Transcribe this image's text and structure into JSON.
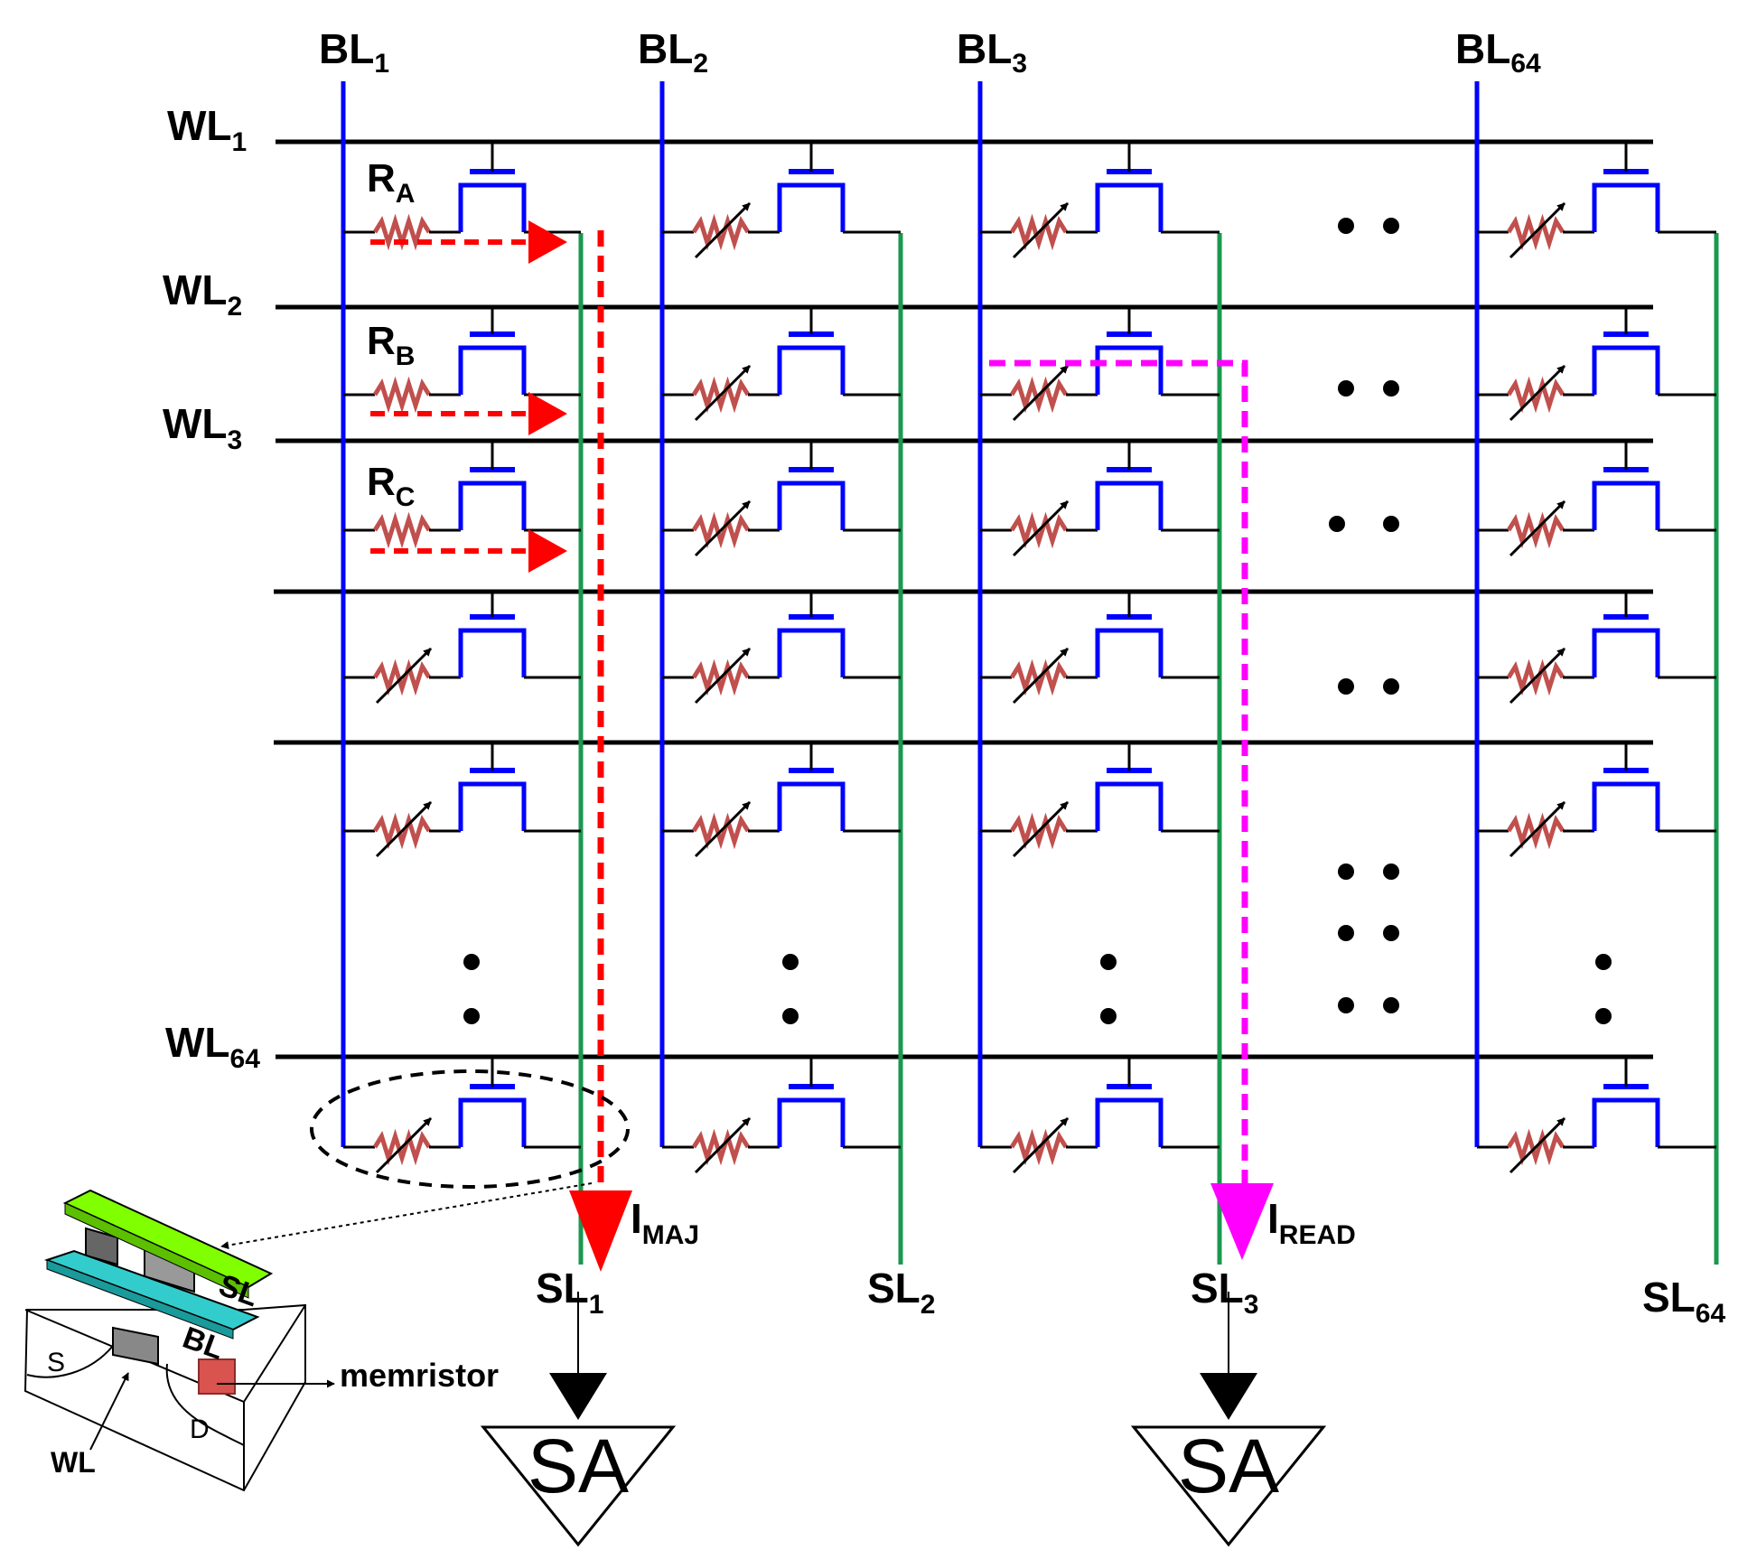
{
  "bitlines": [
    {
      "base": "BL",
      "sub": "1"
    },
    {
      "base": "BL",
      "sub": "2"
    },
    {
      "base": "BL",
      "sub": "3"
    },
    {
      "base": "BL",
      "sub": "64"
    }
  ],
  "wordlines": [
    {
      "base": "WL",
      "sub": "1"
    },
    {
      "base": "WL",
      "sub": "2"
    },
    {
      "base": "WL",
      "sub": "3"
    },
    {
      "base": "WL",
      "sub": "64"
    }
  ],
  "sourcelines": [
    {
      "base": "SL",
      "sub": "1"
    },
    {
      "base": "SL",
      "sub": "2"
    },
    {
      "base": "SL",
      "sub": "3"
    },
    {
      "base": "SL",
      "sub": "64"
    }
  ],
  "resistors": [
    {
      "base": "R",
      "sub": "A"
    },
    {
      "base": "R",
      "sub": "B"
    },
    {
      "base": "R",
      "sub": "C"
    }
  ],
  "currents": [
    {
      "base": "I",
      "sub": "MAJ"
    },
    {
      "base": "I",
      "sub": "READ"
    }
  ],
  "sense_amp_label": "SA",
  "inset": {
    "sl_label": "SL",
    "bl_label": "BL",
    "s_label": "S",
    "d_label": "D",
    "wl_label": "WL",
    "memristor_label": "memristor"
  },
  "colors": {
    "bitline": "#0000ff",
    "sourceline": "#1a9850",
    "wordline": "#000000",
    "transistor": "#0000ff",
    "resistor": "#c0504d",
    "maj_path": "#ff0000",
    "read_path": "#ff00ff",
    "inset_sl": "#80ff00",
    "inset_bl": "#33cccc"
  }
}
